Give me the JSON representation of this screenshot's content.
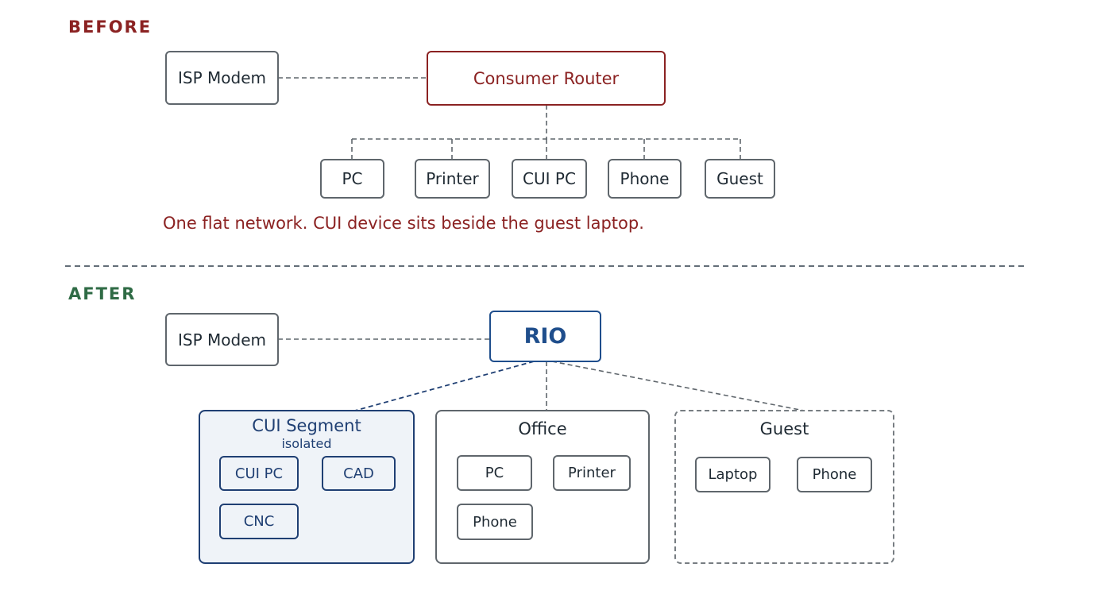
{
  "before": {
    "heading": "BEFORE",
    "modem": "ISP Modem",
    "router": "Consumer Router",
    "devices": [
      "PC",
      "Printer",
      "CUI PC",
      "Phone",
      "Guest"
    ],
    "caption": "One flat network. CUI device sits beside the guest laptop."
  },
  "after": {
    "heading": "AFTER",
    "modem": "ISP Modem",
    "router": "RIO",
    "segments": {
      "cui": {
        "title": "CUI Segment",
        "subtitle": "isolated",
        "devices": [
          "CUI PC",
          "CAD",
          "CNC"
        ]
      },
      "office": {
        "title": "Office",
        "devices": [
          "PC",
          "Printer",
          "Phone"
        ]
      },
      "guest": {
        "title": "Guest",
        "devices": [
          "Laptop",
          "Phone"
        ]
      }
    }
  },
  "colors": {
    "before_accent": "#8b2222",
    "after_heading": "#2f6b45",
    "rio_accent": "#1f4e8c",
    "cui_segment_fill": "#eff3f8"
  }
}
